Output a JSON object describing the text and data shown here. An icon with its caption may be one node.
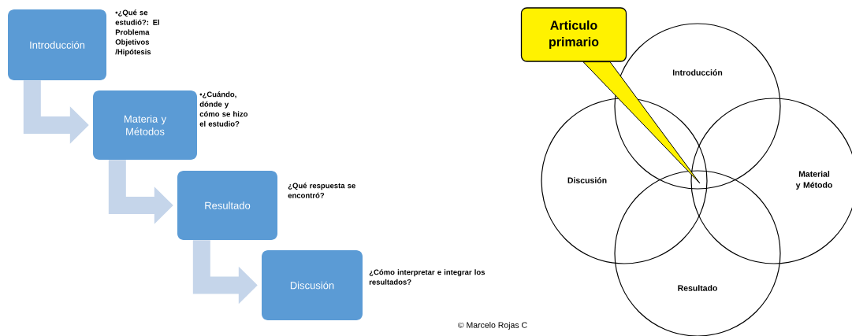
{
  "diagram": {
    "nodes": [
      {
        "text": [
          "Introducción"
        ],
        "beside": [
          "•¿Qué se estudió?: El Problema Objetivos /Hipótesis"
        ]
      },
      {
        "text": [
          "Materia y Métodos"
        ],
        "beside": [
          "•¿Cuándo, dónde y cómo se hizo el estudio?"
        ]
      },
      {
        "text": [
          "Resultado"
        ],
        "beside": [
          "¿Qué respuesta se encontró?"
        ]
      },
      {
        "text": [
          "Discusión"
        ],
        "beside": [
          "¿Cómo interpretar e integrar los resultados?"
        ]
      },
      {
        "text": [
          "Introducción"
        ]
      },
      {
        "text": [
          "Discusión"
        ]
      },
      {
        "text": [
          "Material y Método"
        ]
      },
      {
        "text": [
          "Resultado"
        ]
      },
      {
        "text": [
          "Articulo primario"
        ]
      }
    ],
    "edges": [
      {
        "from": 0,
        "to": 1,
        "arrow": "to"
      },
      {
        "from": 1,
        "to": 2,
        "arrow": "to"
      },
      {
        "from": 2,
        "to": 3,
        "arrow": "to"
      },
      {
        "from": 8,
        "to": null,
        "arrow": "to"
      }
    ],
    "labels": [
      "© Marcelo Rojas C"
    ]
  }
}
